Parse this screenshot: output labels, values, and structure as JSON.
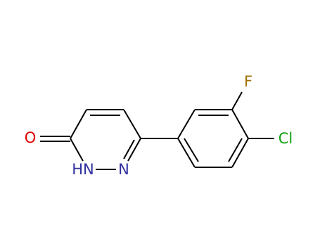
{
  "atoms": {
    "oxygen": {
      "label": "O",
      "color": "#e00000"
    },
    "nitrogen_h": {
      "label": "HN",
      "color": "#3030a0"
    },
    "nitrogen": {
      "label": "N",
      "color": "#3030a0"
    },
    "fluorine": {
      "label": "F",
      "color": "#a07000"
    },
    "chlorine": {
      "label": "Cl",
      "color": "#10a010"
    }
  },
  "bond_color": "#000000"
}
